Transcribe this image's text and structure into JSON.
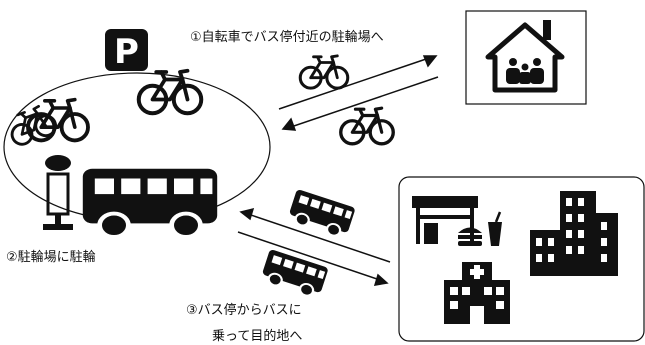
{
  "steps": {
    "step1": "①自転車でバス停付近の駐輪場へ",
    "step2": "②駐輪場に駐輪",
    "step3_line1": "③バス停からバスに",
    "step3_line2": "乗って目的地へ"
  },
  "parking_sign": "P",
  "colors": {
    "ink": "#111111",
    "background": "#ffffff"
  },
  "icons": [
    "parking-sign-icon",
    "bicycle-icon",
    "bus-stop-icon",
    "bus-icon",
    "house-family-icon",
    "restaurant-icon",
    "office-building-icon",
    "hospital-icon",
    "arrow-icon"
  ]
}
